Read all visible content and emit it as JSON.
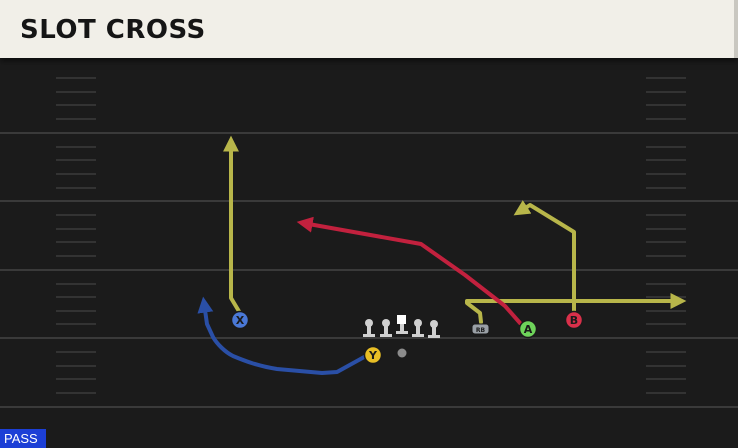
{
  "play": {
    "name": "SLOT CROSS",
    "play_type": "PASS"
  },
  "players": [
    {
      "id": "x",
      "label": "X",
      "color": "#4a78d6"
    },
    {
      "id": "y",
      "label": "Y",
      "color": "#e8be25"
    },
    {
      "id": "a",
      "label": "A",
      "color": "#6ed35a"
    },
    {
      "id": "b",
      "label": "B",
      "color": "#d9304a"
    },
    {
      "id": "rb",
      "label": "RB",
      "color": "#9aa0a6"
    }
  ],
  "route_colors": {
    "yellow": "#b8b64a",
    "red": "#c2213e",
    "blue": "#2a4fa6"
  },
  "colors": {
    "field": "#1b1b1b",
    "yard_line": "#3a3a3a",
    "hash": "#333333",
    "title_bg": "#f1efe8",
    "badge": "#1c3fd6"
  }
}
